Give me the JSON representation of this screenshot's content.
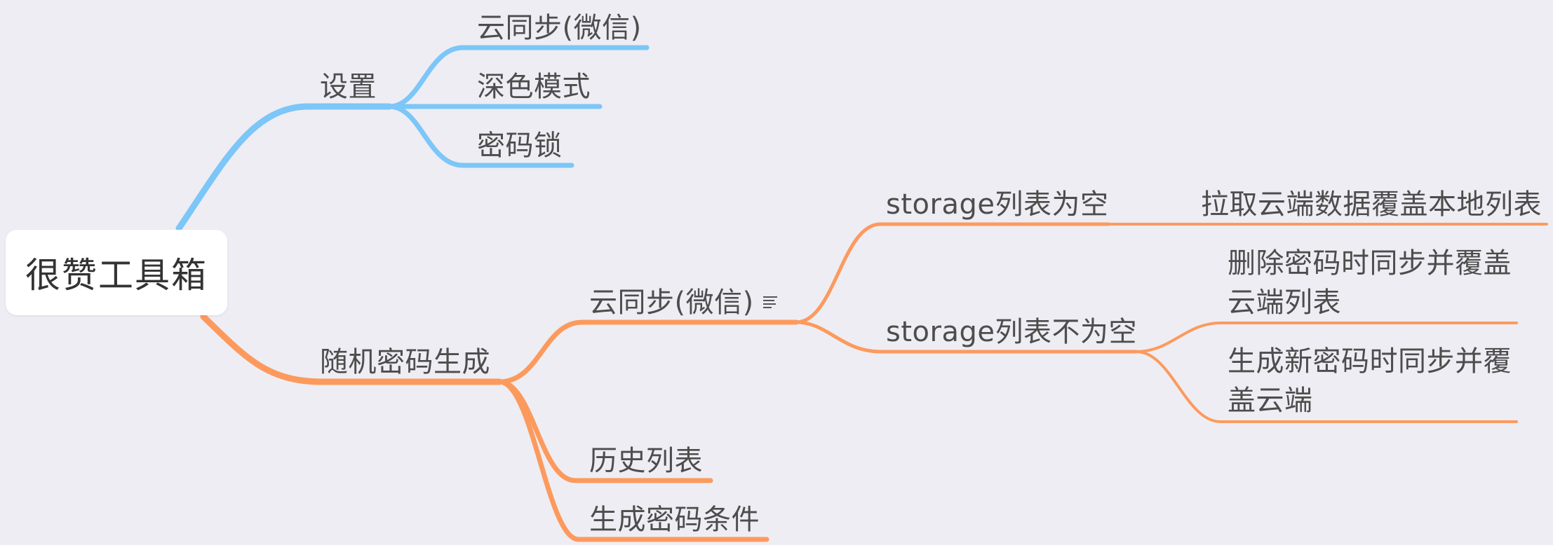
{
  "colors": {
    "background": "#eeedf3",
    "blue_branch": "#7cc6f8",
    "orange_branch": "#fc9a5d",
    "text": "#4d4d4d"
  },
  "root": {
    "label": "很赞工具箱"
  },
  "branches": {
    "settings": {
      "label": "设置",
      "children": [
        "云同步(微信)",
        "深色模式",
        "密码锁"
      ]
    },
    "generator": {
      "label": "随机密码生成",
      "cloud_sync": {
        "label": "云同步(微信)",
        "note_icon": "note-icon",
        "empty": {
          "label": "storage列表为空",
          "child": "拉取云端数据覆盖本地列表"
        },
        "not_empty": {
          "label": "storage列表不为空",
          "children": [
            "删除密码时同步并覆盖云端列表",
            "生成新密码时同步并覆盖云端"
          ]
        }
      },
      "history": "历史列表",
      "conditions": "生成密码条件"
    }
  }
}
